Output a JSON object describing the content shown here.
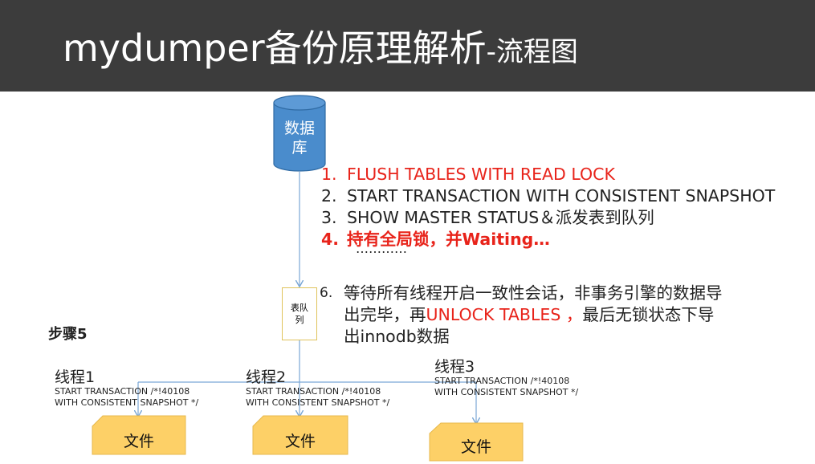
{
  "header": {
    "title_main": "mydumper备份原理解析",
    "title_sub": "-流程图"
  },
  "database": {
    "label_line1": "数据",
    "label_line2": "库"
  },
  "queue": {
    "label_line1": "表队",
    "label_line2": "列"
  },
  "steps": [
    {
      "num": "1.",
      "text": "FLUSH TABLES WITH READ LOCK",
      "style": "red"
    },
    {
      "num": "2.",
      "text": "START TRANSACTION WITH CONSISTENT SNAPSHOT",
      "style": "normal"
    },
    {
      "num": "3.",
      "text": "SHOW MASTER STATUS＆派发表到队列",
      "style": "normal"
    },
    {
      "num": "4.",
      "text": "持有全局锁，并Waiting…",
      "style": "red-bold"
    }
  ],
  "ellipsis": "…………",
  "step6": {
    "num": "6.",
    "text_before": "等待所有线程开启一致性会话，非事务引擎的数据导出完毕，再",
    "text_red": "UNLOCK TABLES ，",
    "text_after": "最后无锁状态下导出innodb数据"
  },
  "step5_label": "步骤5",
  "threads": [
    {
      "name": "线程1",
      "cmd_line1": "START TRANSACTION /*!40108",
      "cmd_line2": "WITH CONSISTENT SNAPSHOT */"
    },
    {
      "name": "线程2",
      "cmd_line1": "START TRANSACTION /*!40108",
      "cmd_line2": "WITH CONSISTENT SNAPSHOT */"
    },
    {
      "name": "线程3",
      "cmd_line1": "START TRANSACTION /*!40108",
      "cmd_line2": "WITH CONSISTENT SNAPSHOT */"
    }
  ],
  "files": [
    {
      "label": "文件"
    },
    {
      "label": "文件"
    },
    {
      "label": "文件"
    }
  ],
  "colors": {
    "header_bg": "#3c3c3c",
    "database_fill": "#4a8ccc",
    "line": "#7aa7d6",
    "file_fill": "#fdd067",
    "highlight_red": "#e8231a"
  }
}
